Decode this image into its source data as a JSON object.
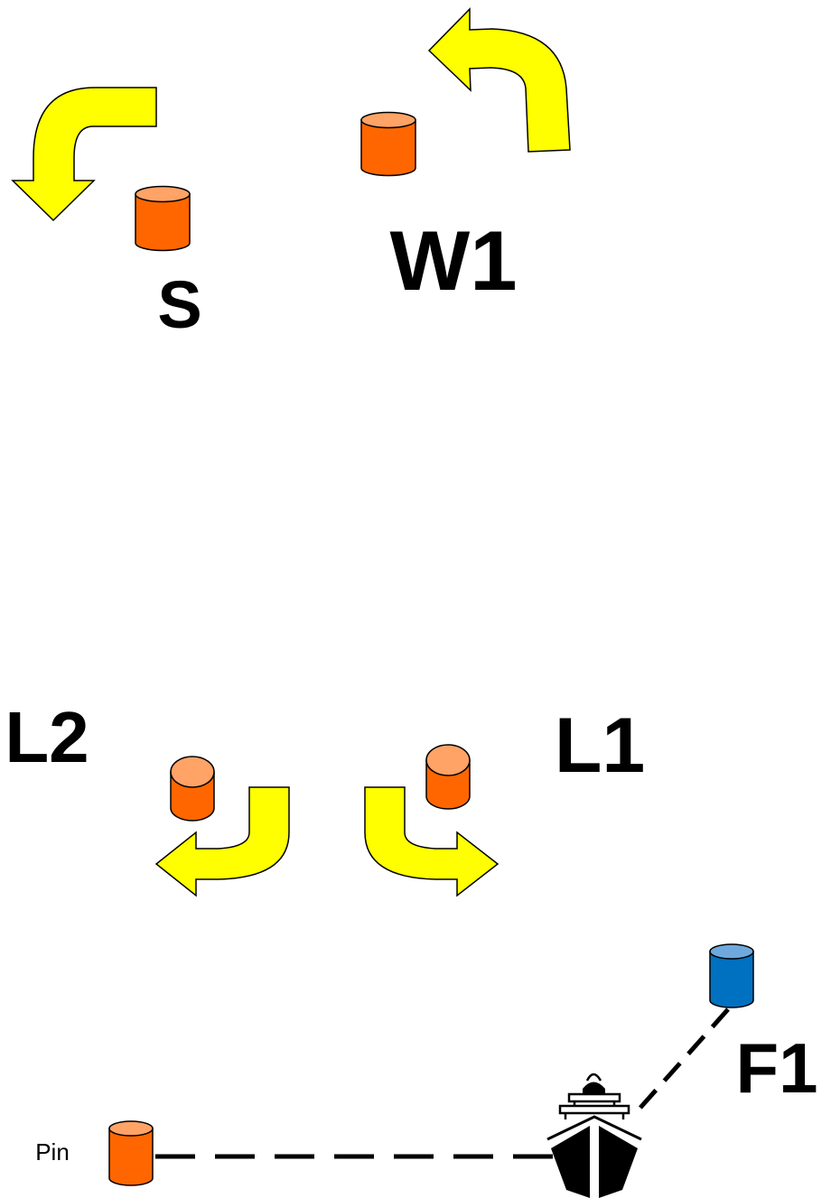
{
  "marks": {
    "s": "S",
    "w1": "W1",
    "l2": "L2",
    "l1": "L1",
    "f1": "F1",
    "pin": "Pin"
  },
  "colors": {
    "buoy_orange_body": "#ff6600",
    "buoy_orange_top": "#ffa366",
    "buoy_blue_body": "#0070c0",
    "buoy_blue_top": "#6fa8dc",
    "arrow_fill": "#ffff00",
    "outline": "#000000",
    "line": "#000000"
  },
  "icons": {
    "committee_boat": "ship-icon",
    "rounding_arrow": "arrow-icon",
    "buoy": "buoy-icon"
  }
}
